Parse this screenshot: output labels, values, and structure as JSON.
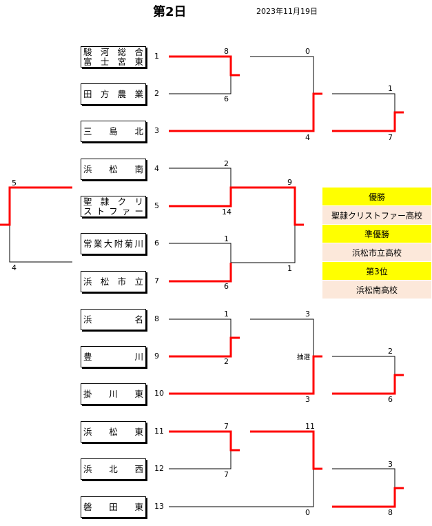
{
  "title": "第2日",
  "date": "2023年11月19日",
  "teams": [
    {
      "seed": "1",
      "lines": [
        "駿河総合",
        "富士宮東"
      ]
    },
    {
      "seed": "2",
      "lines": [
        "田方農業"
      ]
    },
    {
      "seed": "3",
      "lines": [
        "三島北"
      ]
    },
    {
      "seed": "4",
      "lines": [
        "浜松南"
      ]
    },
    {
      "seed": "5",
      "lines": [
        "聖隷クリ",
        "ストファー"
      ]
    },
    {
      "seed": "6",
      "lines": [
        "常業大附菊川"
      ]
    },
    {
      "seed": "7",
      "lines": [
        "浜松市立"
      ]
    },
    {
      "seed": "8",
      "lines": [
        "浜名"
      ]
    },
    {
      "seed": "9",
      "lines": [
        "豊川"
      ]
    },
    {
      "seed": "10",
      "lines": [
        "掛川東"
      ]
    },
    {
      "seed": "11",
      "lines": [
        "浜松東"
      ]
    },
    {
      "seed": "12",
      "lines": [
        "浜北西"
      ]
    },
    {
      "seed": "13",
      "lines": [
        "磐田東"
      ]
    }
  ],
  "scores": {
    "s1": "8",
    "s2": "6",
    "s3": "0",
    "s4": "4",
    "s5": "1",
    "s6": "7",
    "s7": "2",
    "s8": "14",
    "s9": "1",
    "s10": "6",
    "s11": "9",
    "s12": "1",
    "s13": "1",
    "s14": "2",
    "s15": "3",
    "s16": "3",
    "s17": "2",
    "s18": "6",
    "s19": "7",
    "s20": "7",
    "s21": "11",
    "s22": "0",
    "s23": "3",
    "s24": "8",
    "s25": "5",
    "s26": "4"
  },
  "lottery_note": "抽選",
  "results": {
    "champion_label": "優勝",
    "champion": "聖隷クリストファー高校",
    "runner_up_label": "準優勝",
    "runner_up": "浜松市立高校",
    "third_label": "第3位",
    "third": "浜松南高校"
  },
  "colors": {
    "winner_line": "#ff0000",
    "line": "#000000",
    "result_header": "#ffff00",
    "result_value": "#fce8da"
  }
}
